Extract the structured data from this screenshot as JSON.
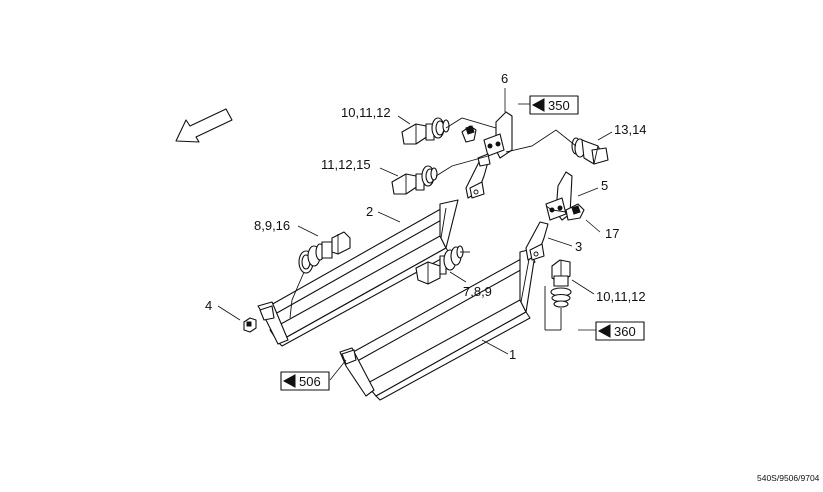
{
  "diagram": {
    "callouts": {
      "c6": "6",
      "c10_11_12_top": "10,11,12",
      "c13_14": "13,14",
      "c11_12_15": "11,12,15",
      "c5": "5",
      "c2": "2",
      "c8_9_16": "8,9,16",
      "c17": "17",
      "c3": "3",
      "c7_8_9": "7,8,9",
      "c10_11_12_right": "10,11,12",
      "c4": "4",
      "c1": "1"
    },
    "references": {
      "r350": "350",
      "r360": "360",
      "r506": "506"
    },
    "drawing_code": "540S/9506/9704"
  },
  "colors": {
    "ink": "#111111",
    "background": "#ffffff"
  }
}
